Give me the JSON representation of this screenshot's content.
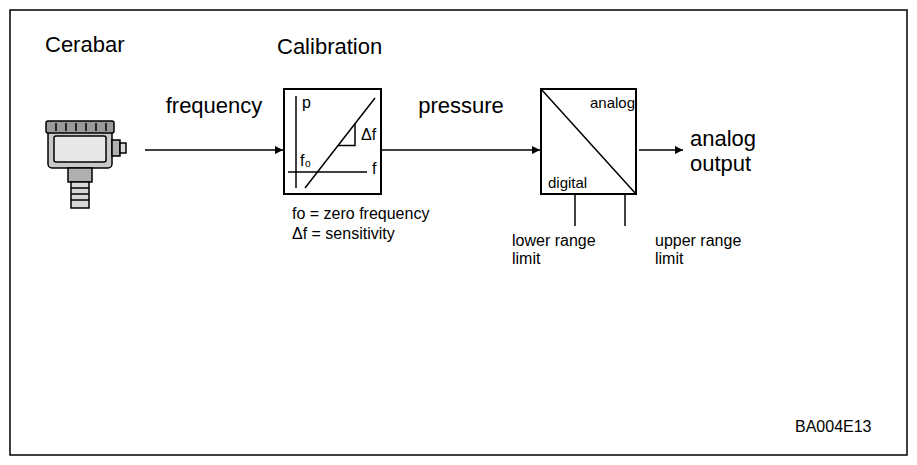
{
  "diagram": {
    "nodes": [
      {
        "text": [
          "Cerabar"
        ]
      },
      {
        "text": [
          "Calibration",
          "p",
          "Δf",
          "f₀",
          "f"
        ]
      },
      {
        "text": [
          "analog",
          "digital"
        ]
      }
    ],
    "edges": [
      {
        "from": 0,
        "to": 1,
        "arrow": "to",
        "label": "frequency"
      },
      {
        "from": 1,
        "to": 2,
        "arrow": "to",
        "label": "pressure"
      }
    ],
    "labels": [
      "fo = zero frequency",
      "Δf = sensitivity",
      "lower range limit",
      "upper range limit",
      "analog output",
      "BA004E13"
    ]
  }
}
